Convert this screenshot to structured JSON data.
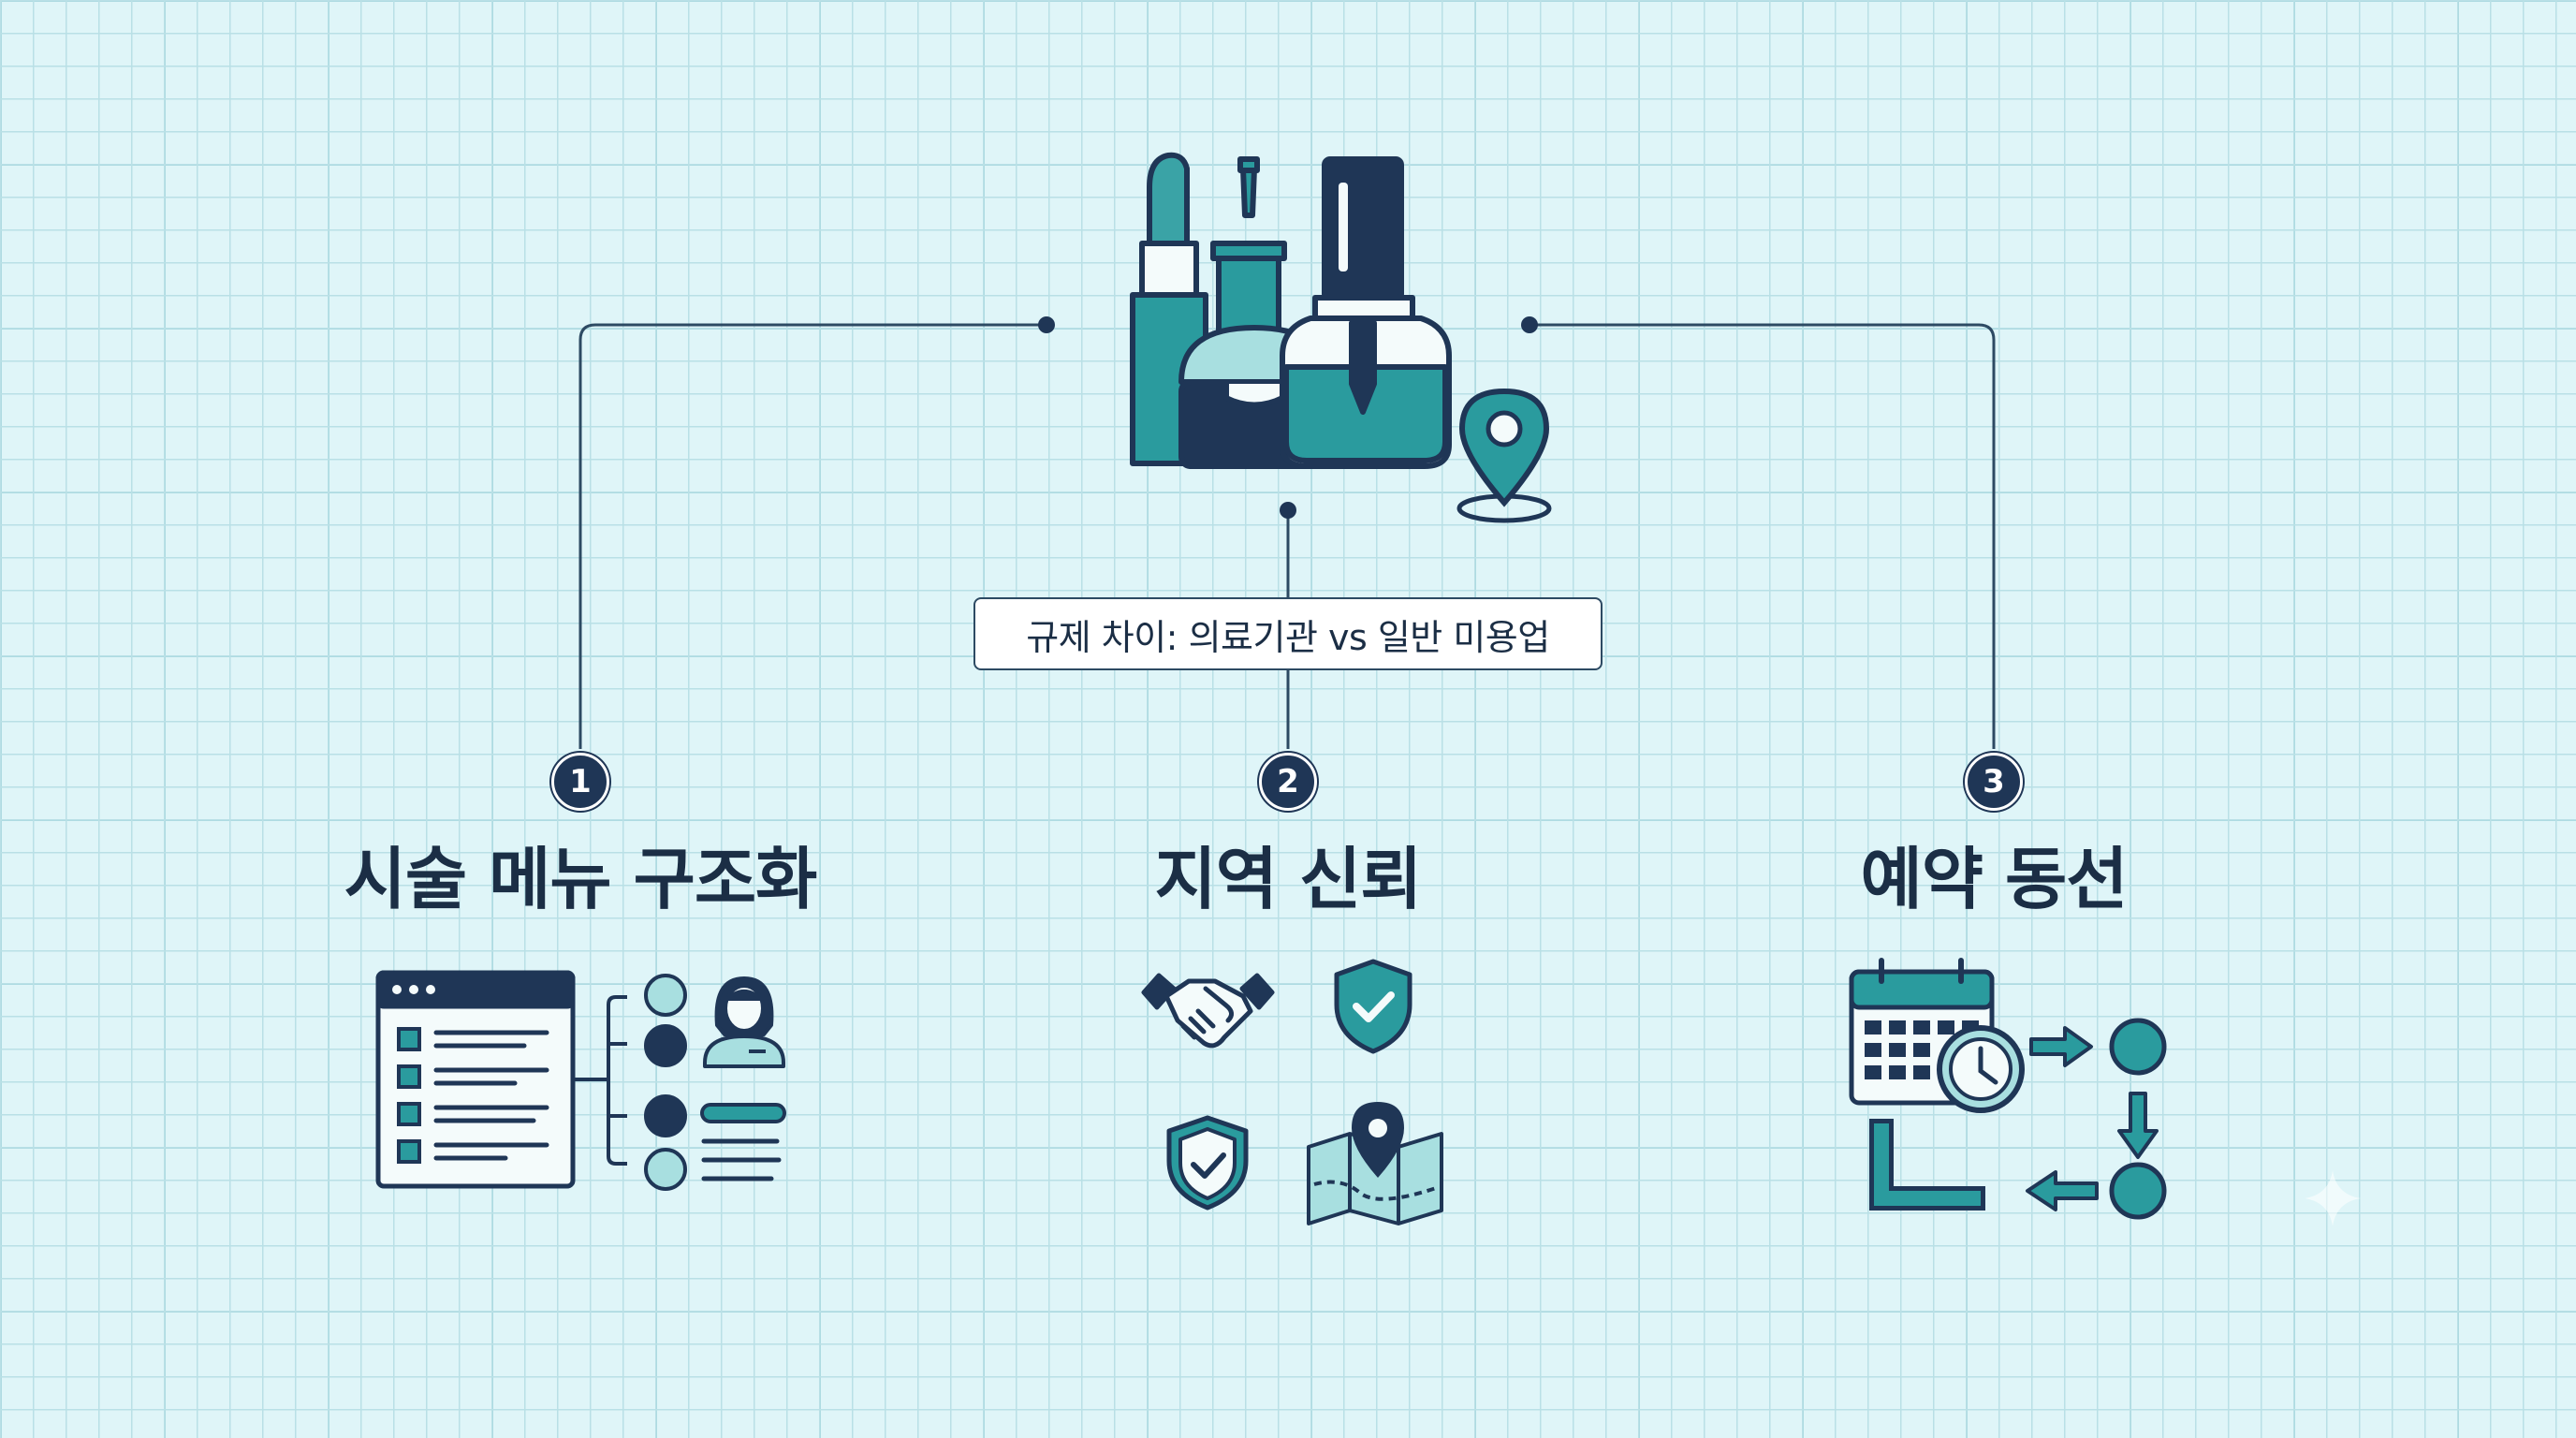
{
  "center_note": "규제 차이: 의료기관 vs 일반 미용업",
  "sections": [
    {
      "number": "1",
      "title": "시술 메뉴 구조화"
    },
    {
      "number": "2",
      "title": "지역 신뢰"
    },
    {
      "number": "3",
      "title": "예약 동선"
    }
  ],
  "colors": {
    "navy": "#1f3656",
    "teal": "#2a9b9e",
    "light_teal": "#a8dfe0",
    "background": "#dff5f8"
  }
}
